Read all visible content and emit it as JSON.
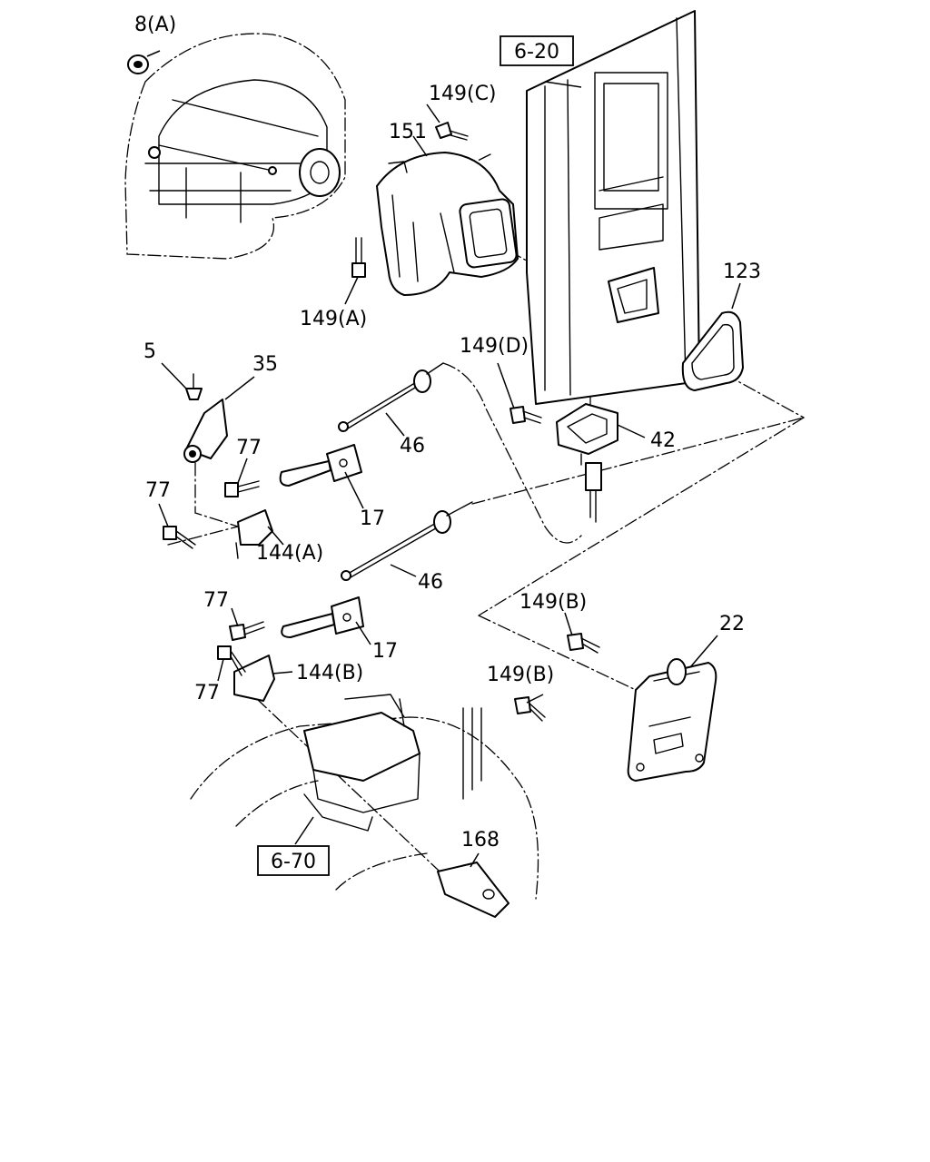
{
  "diagram": {
    "callouts": {
      "c8a": "8(A)",
      "c149c": "149(C)",
      "c151": "151",
      "c149a": "149(A)",
      "c123": "123",
      "c5": "5",
      "c35": "35",
      "c149d": "149(D)",
      "c46_upper": "46",
      "c42": "42",
      "c77_a": "77",
      "c77_b": "77",
      "c17_upper": "17",
      "c144a": "144(A)",
      "c46_lower": "46",
      "c149b_upper": "149(B)",
      "c22": "22",
      "c77_c": "77",
      "c17_lower": "17",
      "c144b": "144(B)",
      "c77_d": "77",
      "c149b_lower": "149(B)",
      "c168": "168"
    },
    "refs": {
      "ref_620": "6-20",
      "ref_670": "6-70"
    }
  }
}
